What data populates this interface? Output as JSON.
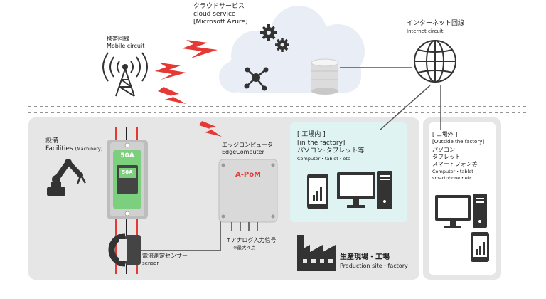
{
  "cloud": {
    "title_jp": "クラウドサービス",
    "title_en": "cloud service",
    "provider": "[Microsoft Azure]"
  },
  "mobile": {
    "label_jp": "携帯回線",
    "label_en": "Mobile circuit"
  },
  "internet": {
    "label_jp": "インターネット回線",
    "label_en": "Internet circuit"
  },
  "facilities": {
    "label_jp": "設備",
    "label_en": "Facilities",
    "label_en_small": "(Machinery)"
  },
  "breaker": {
    "rating_top": "50A",
    "rating_inner": "50A"
  },
  "edge": {
    "label_jp": "エッジコンピュータ",
    "label_en": "EdgeComputer",
    "device_name": "A-PoM",
    "analog_label": "アナログ入力信号",
    "analog_arrow": "↑",
    "analog_note": "※最大４点"
  },
  "sensor": {
    "label_jp": "電流測定センサー",
    "label_en": "sensor"
  },
  "in_factory": {
    "line1": "[ 工場内 ]",
    "line2": "[in the factory]",
    "line3": "パソコン･タブレット等",
    "line4": "Computer・tablet・etc"
  },
  "outside": {
    "line1": "[ 工場外 ]",
    "line2": "[Outside the factory]",
    "line3": "パソコン",
    "line4": "タブレット",
    "line5": "スマートフォン等",
    "line6": "Computer・tablet",
    "line7": "smartphone・etc"
  },
  "production": {
    "label_jp": "生産現場・工場",
    "label_en": "Production site・factory"
  },
  "colors": {
    "panel_grey": "#e6e6e6",
    "panel_teal": "#dff3f3",
    "cloud": "#e9edf6",
    "accent_red": "#e53935",
    "breaker_green": "#7ccf7c",
    "icon_dark": "#333333"
  }
}
